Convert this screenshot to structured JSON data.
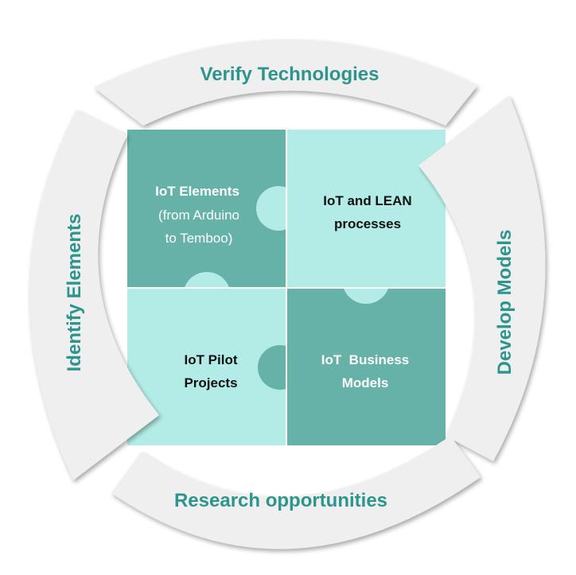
{
  "arrows": {
    "top": "Verify Technologies",
    "right": "Develop Models",
    "bottom": "Research opportunities",
    "left": "Identify Elements"
  },
  "pieces": {
    "top_left": {
      "title": "IoT Elements",
      "line2": "(from Arduino",
      "line3": "to Temboo)"
    },
    "top_right": {
      "line1": "IoT and LEAN",
      "line2": "processes"
    },
    "bottom_left": {
      "line1": "IoT Pilot",
      "line2": "Projects"
    },
    "bottom_right": {
      "line1": "IoT  Business",
      "line2": "Models"
    }
  },
  "colors": {
    "dark_teal": "#66b1a8",
    "light_teal": "#b3ece6",
    "arrow_fill": "#efefef",
    "arrow_label": "#2e958c"
  }
}
